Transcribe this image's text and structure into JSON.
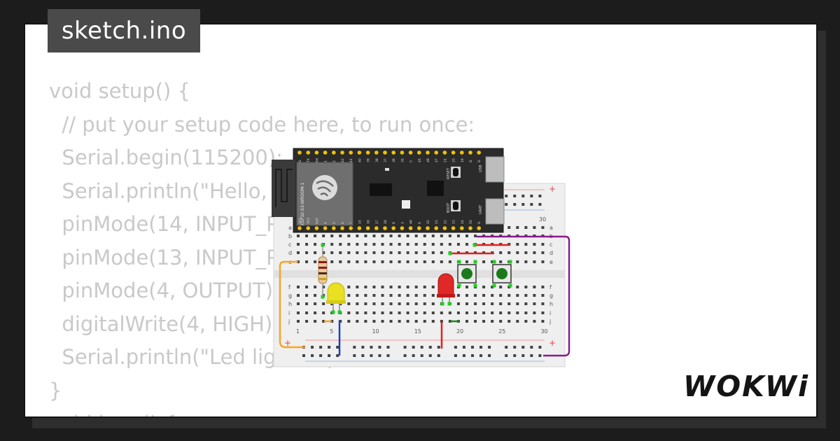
{
  "tab": {
    "filename": "sketch.ino"
  },
  "code": {
    "lines": [
      "void setup() {",
      "  // put your setup code here, to run once:",
      "  Serial.begin(115200);",
      "  Serial.println(\"Hello, ESP32!\");",
      "  pinMode(14, INPUT_PULLUP);",
      "  pinMode(13, INPUT_PULLUP);",
      "  pinMode(4, OUTPUT);",
      "  digitalWrite(4, HIGH);",
      "  Serial.println(\"Led lights up\");",
      "}",
      "void loop() {"
    ]
  },
  "board": {
    "module_label": "ESP32-S3-WROOM-1",
    "reset_label": "RESET",
    "boot_label": "BOOT",
    "usb_label": "USB",
    "uart_label": "UART",
    "top_pins": [
      "G",
      "TX",
      "RX",
      "1",
      "2",
      "42",
      "41",
      "40",
      "39",
      "38",
      "37",
      "36",
      "35",
      "0",
      "45",
      "48",
      "47",
      "21",
      "20",
      "19",
      "G",
      "G"
    ],
    "bottom_pins": [
      "3V3",
      "3V3",
      "RST",
      "4",
      "5",
      "6",
      "7",
      "15",
      "16",
      "17",
      "18",
      "8",
      "3",
      "46",
      "9",
      "10",
      "11",
      "12",
      "13",
      "14",
      "5V",
      "G"
    ]
  },
  "breadboard": {
    "rows_top": [
      "a",
      "b",
      "c",
      "d",
      "e"
    ],
    "rows_bottom": [
      "f",
      "g",
      "h",
      "i",
      "j"
    ],
    "col_numbers": [
      "1",
      "5",
      "10",
      "15",
      "20",
      "25",
      "30"
    ],
    "top_right_number": "30",
    "plus_symbol": "+"
  },
  "logo": {
    "text": "WOKWi"
  },
  "colors": {
    "background": "#1c1c1c",
    "card": "#ffffff",
    "code_text": "#c9c9c9",
    "tab_bg": "#4a4a4a",
    "wire_orange": "#f5a623",
    "wire_blue": "#1f3fbf",
    "wire_red": "#e02020",
    "wire_purple": "#8a1a8a",
    "wire_green": "#1a8a1a"
  }
}
